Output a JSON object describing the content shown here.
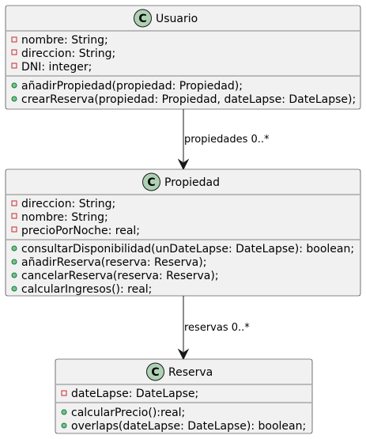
{
  "classes": {
    "usuario": {
      "stereotype_letter": "C",
      "name": "Usuario",
      "attributes": [
        {
          "visibility": "private",
          "text": "nombre: String;"
        },
        {
          "visibility": "private",
          "text": "direccion: String;"
        },
        {
          "visibility": "private",
          "text": "DNI: integer;"
        }
      ],
      "methods": [
        {
          "visibility": "public",
          "text": "añadirPropiedad(propiedad: Propiedad);"
        },
        {
          "visibility": "public",
          "text": "crearReserva(propiedad: Propiedad, dateLapse: DateLapse);"
        }
      ]
    },
    "propiedad": {
      "stereotype_letter": "C",
      "name": "Propiedad",
      "attributes": [
        {
          "visibility": "private",
          "text": "direccion: String;"
        },
        {
          "visibility": "private",
          "text": "nombre: String;"
        },
        {
          "visibility": "private",
          "text": "precioPorNoche: real;"
        }
      ],
      "methods": [
        {
          "visibility": "public",
          "text": "consultarDisponibilidad(unDateLapse: DateLapse): boolean;"
        },
        {
          "visibility": "public",
          "text": "añadirReserva(reserva: Reserva);"
        },
        {
          "visibility": "public",
          "text": "cancelarReserva(reserva: Reserva);"
        },
        {
          "visibility": "public",
          "text": "calcularIngresos(): real;"
        }
      ]
    },
    "reserva": {
      "stereotype_letter": "C",
      "name": "Reserva",
      "attributes": [
        {
          "visibility": "private",
          "text": "dateLapse: DateLapse;"
        }
      ],
      "methods": [
        {
          "visibility": "public",
          "text": "calcularPrecio():real;"
        },
        {
          "visibility": "public",
          "text": "overlaps(dateLapse: DateLapse): boolean;"
        }
      ]
    }
  },
  "relations": {
    "usuario_propiedad": {
      "label": "propiedades 0..*"
    },
    "propiedad_reserva": {
      "label": "reservas 0..*"
    }
  },
  "colors": {
    "box_fill": "#f1f1f1",
    "border": "#181818",
    "spot_fill": "#add1b2",
    "private_marker": "#c82930",
    "public_marker_fill": "#84be84",
    "public_marker_stroke": "#038048"
  }
}
